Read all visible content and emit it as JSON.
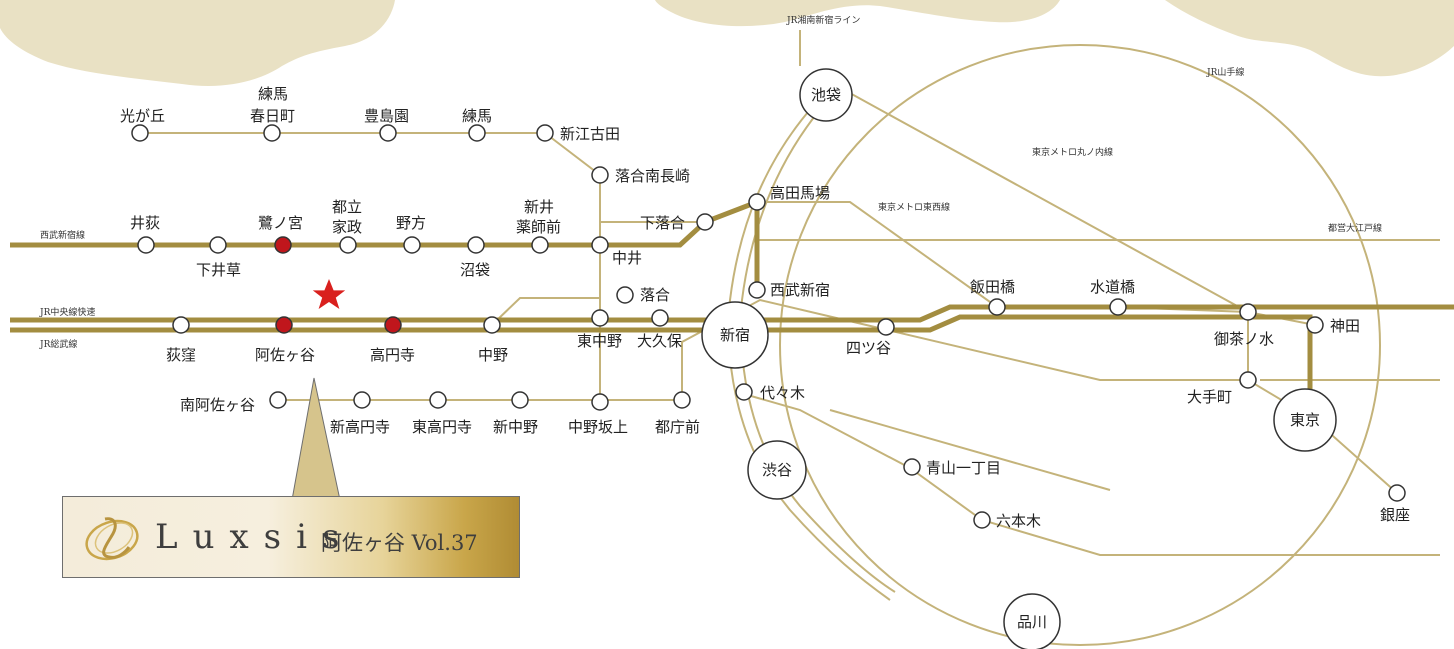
{
  "lines": {
    "shonan_shinjuku": "JR湘南新宿ライン",
    "yamanote": "JR山手線",
    "marunouchi": "東京メトロ丸ノ内線",
    "tozai": "東京メトロ東西線",
    "oedo": "都営大江戸線",
    "seibu_shinjuku": "西武新宿線",
    "chuo_rapid": "JR中央線快速",
    "sobu": "JR総武線"
  },
  "stations": {
    "hikarigaoka": "光が丘",
    "nerima_kasugacho_1": "練馬",
    "nerima_kasugacho_2": "春日町",
    "toshimaen": "豊島園",
    "nerima": "練馬",
    "shin_egota": "新江古田",
    "ochiai_minami_nagasaki": "落合南長崎",
    "ikebukuro": "池袋",
    "takadanobaba": "高田馬場",
    "shimo_ochiai": "下落合",
    "seibu_shinjuku": "西武新宿",
    "iogi": "井荻",
    "shimo_igusa": "下井草",
    "saginomiya": "鷺ノ宮",
    "toritsu_kasei_1": "都立",
    "toritsu_kasei_2": "家政",
    "nogata": "野方",
    "numabukuro": "沼袋",
    "arai_yakushimae_1": "新井",
    "arai_yakushimae_2": "薬師前",
    "nakai": "中井",
    "ochiai": "落合",
    "ogikubo": "荻窪",
    "asagaya": "阿佐ヶ谷",
    "koenji": "高円寺",
    "nakano": "中野",
    "higashi_nakano": "東中野",
    "okubo": "大久保",
    "shinjuku": "新宿",
    "yotsuya": "四ツ谷",
    "iidabashi": "飯田橋",
    "suidobashi": "水道橋",
    "ochanomizu": "御茶ノ水",
    "kanda": "神田",
    "otemachi": "大手町",
    "tokyo": "東京",
    "ginza": "銀座",
    "minami_asagaya": "南阿佐ヶ谷",
    "shin_koenji": "新高円寺",
    "higashi_koenji": "東高円寺",
    "shin_nakano": "新中野",
    "nakano_sakaue": "中野坂上",
    "tochomae": "都庁前",
    "yoyogi": "代々木",
    "shibuya": "渋谷",
    "aoyama_itchome": "青山一丁目",
    "roppongi": "六本木",
    "shinagawa": "品川"
  },
  "banner": {
    "brand": "Luxsis",
    "name": "阿佐ヶ谷 Vol.37"
  },
  "colors": {
    "main_line": "#a38d40",
    "thin_line": "#c4b37a",
    "station_highlight": "#c0161c",
    "star": "#d9201e",
    "background_wash": "#e9e1c4"
  },
  "icons": {
    "location_marker": "star-icon",
    "logo": "luxsis-logo-icon"
  }
}
